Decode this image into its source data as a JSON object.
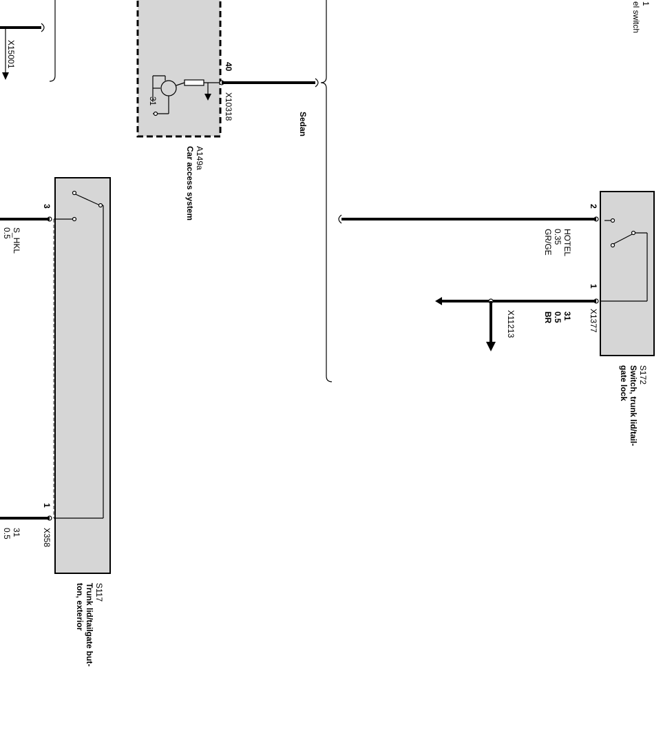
{
  "x15001": {
    "connector": "X15001"
  },
  "s173_partial": {
    "title_fragment": "1",
    "desc_fragment": "el switch"
  },
  "a149a": {
    "id": "A149a",
    "desc": "Car access system",
    "connector": "X10318",
    "pin": "40",
    "ground_pin": "31"
  },
  "sedan": {
    "label": "Sedan"
  },
  "s172": {
    "id": "S172",
    "desc_line1": "Switch, trunk lid/tail-",
    "desc_line2": "gate lock",
    "connector": "X1377",
    "pin2": "2",
    "pin1": "1",
    "wire2": {
      "signal": "HOTEL",
      "gauge": "0.35",
      "color": "GR/GE"
    },
    "wire1": {
      "signal": "31",
      "gauge": "0.5",
      "color": "BR"
    },
    "ground_connector": "X11213"
  },
  "s117": {
    "id": "S117",
    "desc_line1": "Trunk lid/tailgate but-",
    "desc_line2": "ton, exterior",
    "connector": "X358",
    "pin3": "3",
    "pin1": "1",
    "wire3": {
      "signal": "S_HKL",
      "gauge": "0.5"
    },
    "wire1": {
      "signal": "31",
      "gauge": "0.5"
    }
  }
}
